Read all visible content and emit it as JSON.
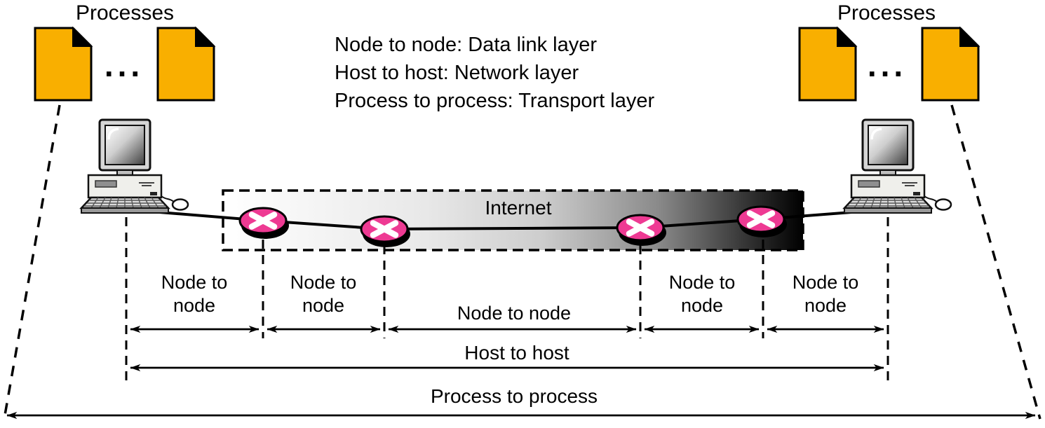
{
  "top": {
    "processes_left": "Processes",
    "processes_right": "Processes",
    "dots_left": "...",
    "dots_right": "...",
    "legend": [
      "Node to node: Data link layer",
      "Host to host: Network layer",
      "Process to process: Transport layer"
    ]
  },
  "internet": {
    "label": "Internet"
  },
  "spans": {
    "node_segments": [
      "Node to node",
      "Node to node",
      "Node to node",
      "Node to node",
      "Node to node"
    ],
    "host": "Host to host",
    "process": "Process to process"
  },
  "colors": {
    "document_fill": "#F9AF00",
    "router_fill": "#EE3A93",
    "line": "#000000"
  }
}
